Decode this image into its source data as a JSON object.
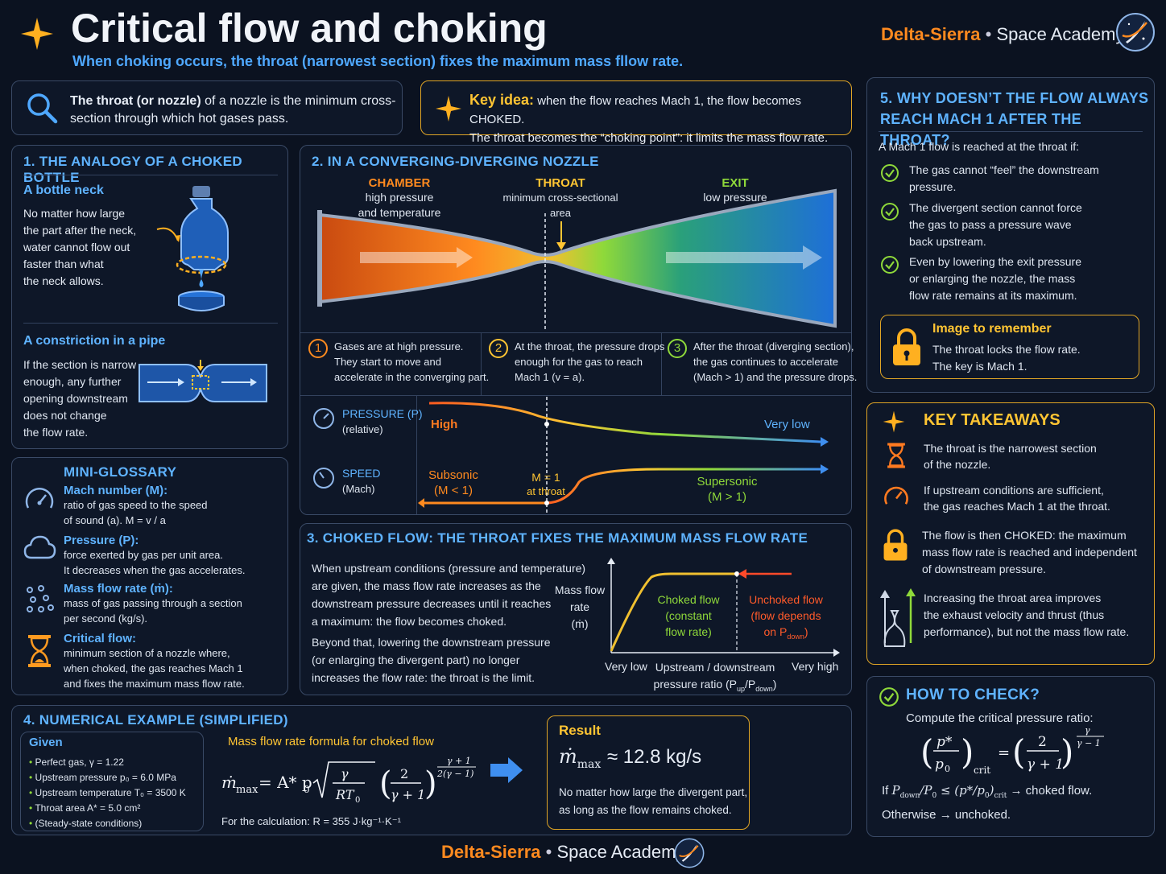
{
  "header": {
    "title": "Critical flow and choking",
    "subtitle": "When choking occurs, the throat (narrowest section) fixes the maximum mass fllow rate.",
    "brand": "Delta-Sierra",
    "brand_sep": "•",
    "brand_sub": "Space Academy"
  },
  "intro": {
    "strong": "The throat (or nozzle)",
    "rest": " of a nozzle is the minimum cross-",
    "line2": "section through which hot gases pass."
  },
  "key": {
    "label": "Key idea:",
    "line1": " when the flow reaches Mach 1, the flow becomes CHOKED.",
    "line2": "The throat becomes the “choking point”: it limits the mass flow rate."
  },
  "s1": {
    "title": "1. THE ANALOGY OF A CHOKED BOTTLE",
    "a_title": "A bottle neck",
    "a_lines": [
      "No matter how large",
      "the part after the neck,",
      "water cannot flow out",
      "faster than what",
      "the neck allows."
    ],
    "b_title": "A constriction in a pipe",
    "b_lines": [
      "If the section is narrow",
      "enough, any further",
      "opening downstream",
      "does not change",
      "the flow rate."
    ]
  },
  "glossary": {
    "title": "MINI-GLOSSARY",
    "items": [
      {
        "term": "Mach number (M):",
        "l1": "ratio of gas speed to the speed",
        "l2": "of sound (a).    M = v / a"
      },
      {
        "term": "Pressure (P):",
        "l1": "force exerted by gas per unit area.",
        "l2": "It decreases when the gas accelerates."
      },
      {
        "term": "Mass flow rate (ṁ):",
        "l1": "mass of gas passing through a section",
        "l2": "per second (kg/s)."
      },
      {
        "term": "Critical flow:",
        "l1": "minimum section of a nozzle where,",
        "l2": "when choked, the gas reaches Mach 1",
        "l3": "and fixes the maximum mass flow rate."
      }
    ]
  },
  "s2": {
    "title": "2. IN A CONVERGING-DIVERGING NOZZLE",
    "chamber": "CHAMBER",
    "chamber_l1": "high pressure",
    "chamber_l2": "and temperature",
    "throat": "THROAT",
    "throat_l1": "minimum cross-sectional",
    "throat_l2": "area",
    "exit": "EXIT",
    "exit_l1": "low pressure",
    "steps": [
      {
        "n": "1",
        "l1": "Gases are at high pressure.",
        "l2": "They start to move and",
        "l3": "accelerate in the converging part."
      },
      {
        "n": "2",
        "l1": "At the throat, the pressure drops",
        "l2": "enough for the gas to reach",
        "l3": "Mach 1 (v = a)."
      },
      {
        "n": "3",
        "l1": "After the throat (diverging section),",
        "l2": "the gas continues to accelerate",
        "l3": "(Mach > 1) and the pressure drops."
      }
    ],
    "pressure_label": "PRESSURE (P)",
    "pressure_sub": "(relative)",
    "high": "High",
    "very_low": "Very low",
    "speed_label": "SPEED",
    "speed_sub": "(Mach)",
    "subsonic": "Subsonic",
    "subsonic2": "(M < 1)",
    "m1": "M = 1",
    "m1b": "at throat",
    "supersonic": "Supersonic",
    "supersonic2": "(M > 1)"
  },
  "s3": {
    "title": "3. CHOKED FLOW: THE THROAT FIXES THE MAXIMUM MASS FLOW RATE",
    "p1": [
      "When upstream conditions (pressure and temperature)",
      "are given, the mass flow rate increases as the",
      "downstream pressure decreases until it reaches",
      "a maximum: the flow becomes choked."
    ],
    "p2": [
      "Beyond that, lowering the downstream pressure",
      "(or enlarging the divergent part) no longer",
      "increases the flow rate: the throat is the limit."
    ],
    "ylabel1": "Mass flow",
    "ylabel2": "rate",
    "ylabel3": "(ṁ)",
    "choked1": "Choked flow",
    "choked2": "(constant",
    "choked3": "flow rate)",
    "unchoked1": "Unchoked flow",
    "unchoked2": "(flow depends",
    "unchoked3": "on P",
    "unchoked3_sub": "down",
    "unchoked3_end": ")",
    "x_low": "Very low",
    "x_high": "Very high",
    "x_label1": "Upstream / downstream",
    "x_label2": "pressure ratio (P",
    "x_label2_sub1": "up",
    "x_label2_mid": "/P",
    "x_label2_sub2": "down",
    "x_label2_end": ")"
  },
  "s4": {
    "title": "4. NUMERICAL EXAMPLE (SIMPLIFIED)",
    "given": "Given",
    "given_items": [
      "Perfect gas, γ = 1.22",
      "Upstream pressure  p₀ = 6.0 MPa",
      "Upstream temperature  T₀ = 3500 K",
      "Throat area  A* = 5.0 cm²",
      "(Steady-state conditions)"
    ],
    "formula_title": "Mass flow rate formula for choked flow",
    "calc": "For the calculation:  R = 355 J·kg⁻¹·K⁻¹",
    "result_title": "Result",
    "result_val": "≈ 12.8 kg/s",
    "result_l1": "No matter how large the divergent part,",
    "result_l2": "as long as the flow remains choked."
  },
  "s5": {
    "title1": "5. WHY DOESN’T THE FLOW ALWAYS",
    "title2": "REACH MACH 1 AFTER THE THROAT?",
    "lead": "A Mach 1 flow is reached at the throat if:",
    "items": [
      [
        "The gas cannot “feel” the downstream",
        "pressure."
      ],
      [
        "The divergent section cannot force",
        "the gas to pass a pressure wave",
        "back upstream."
      ],
      [
        "Even by lowering the exit pressure",
        "or enlarging the nozzle, the mass",
        "flow rate remains at its maximum."
      ]
    ],
    "img_title": "Image to remember",
    "img_l1": "The throat locks the flow rate.",
    "img_l2": "The key is Mach 1."
  },
  "takeaways": {
    "title": "KEY TAKEAWAYS",
    "items": [
      [
        "The throat is the narrowest section",
        "of the nozzle."
      ],
      [
        "If upstream conditions are sufficient,",
        "the gas reaches Mach 1 at the throat."
      ],
      [
        "The flow is then CHOKED: the maximum",
        "mass flow rate is reached and independent",
        "of downstream pressure."
      ],
      [
        "Increasing the throat area improves",
        "the exhaust velocity and thrust (thus",
        "performance), but not the mass flow rate."
      ]
    ]
  },
  "check": {
    "title": "HOW TO CHECK?",
    "lead": "Compute the critical pressure ratio:",
    "if": "If",
    "then": "→ choked flow.",
    "otherwise": "Otherwise  → unchoked."
  },
  "footer": {
    "brand": "Delta-Sierra",
    "sep": "•",
    "sub": "Space Academy"
  }
}
